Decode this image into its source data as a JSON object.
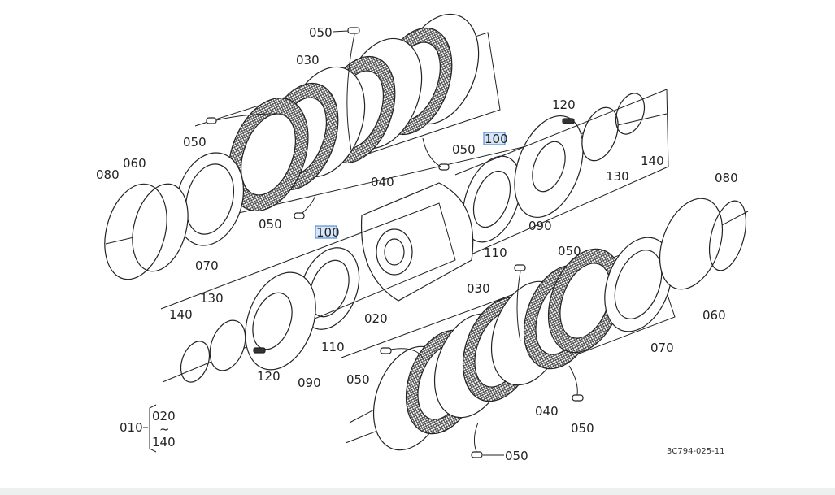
{
  "diagram": {
    "drawing_code": "3C794-025-11",
    "assembly": {
      "parent": "010",
      "range_start": "020",
      "range_end": "140",
      "range_symbol": "~"
    },
    "highlight_color": "#3a7bd5",
    "upper_labels": {
      "l050a": "050",
      "l030": "030",
      "l050b": "050",
      "l050c": "050",
      "l050d": "050",
      "l040": "040",
      "l080": "080",
      "l060": "060",
      "l070": "070",
      "l100": "100",
      "l110": "110",
      "l090": "090",
      "l120": "120",
      "l130": "130",
      "l140": "140"
    },
    "center_labels": {
      "l100": "100",
      "l110": "110",
      "l020": "020"
    },
    "lower_left_labels": {
      "l140": "140",
      "l130": "130",
      "l120": "120",
      "l090": "090"
    },
    "lower_right_labels": {
      "l050a": "050",
      "l030": "030",
      "l050b": "050",
      "l040": "040",
      "l050c": "050",
      "l050d": "050",
      "l070": "070",
      "l060": "060",
      "l080": "080"
    }
  }
}
